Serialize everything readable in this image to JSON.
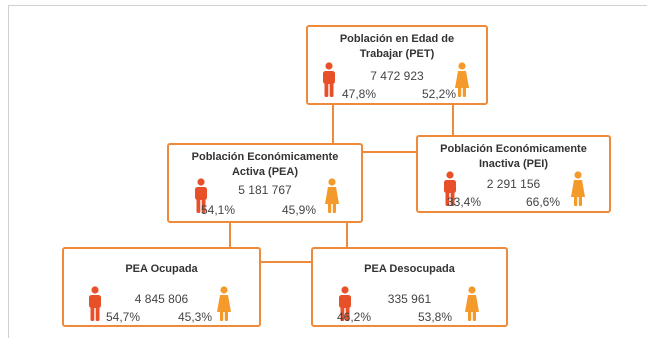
{
  "colors": {
    "border": "#ee8a3a",
    "male_icon": "#e8502a",
    "female_icon": "#f39a2b",
    "connector": "#ee8a3a"
  },
  "icons": {
    "male": "male-person-icon",
    "female": "female-person-icon"
  },
  "pet": {
    "title_line1": "Población en Edad de",
    "title_line2": "Trabajar (PET)",
    "total": "7 472 923",
    "male_pct": "47,8%",
    "female_pct": "52,2%"
  },
  "pea": {
    "title_line1": "Población Económicamente",
    "title_line2": "Activa (PEA)",
    "total": "5 181 767",
    "male_pct": "54,1%",
    "female_pct": "45,9%"
  },
  "pei": {
    "title_line1": "Población Económicamente",
    "title_line2": "Inactiva (PEI)",
    "total": "2 291 156",
    "male_pct": "33,4%",
    "female_pct": "66,6%"
  },
  "pea_ocupada": {
    "title": "PEA Ocupada",
    "total": "4 845 806",
    "male_pct": "54,7%",
    "female_pct": "45,3%"
  },
  "pea_desocupada": {
    "title": "PEA Desocupada",
    "total": "335 961",
    "male_pct": "46,2%",
    "female_pct": "53,8%"
  }
}
